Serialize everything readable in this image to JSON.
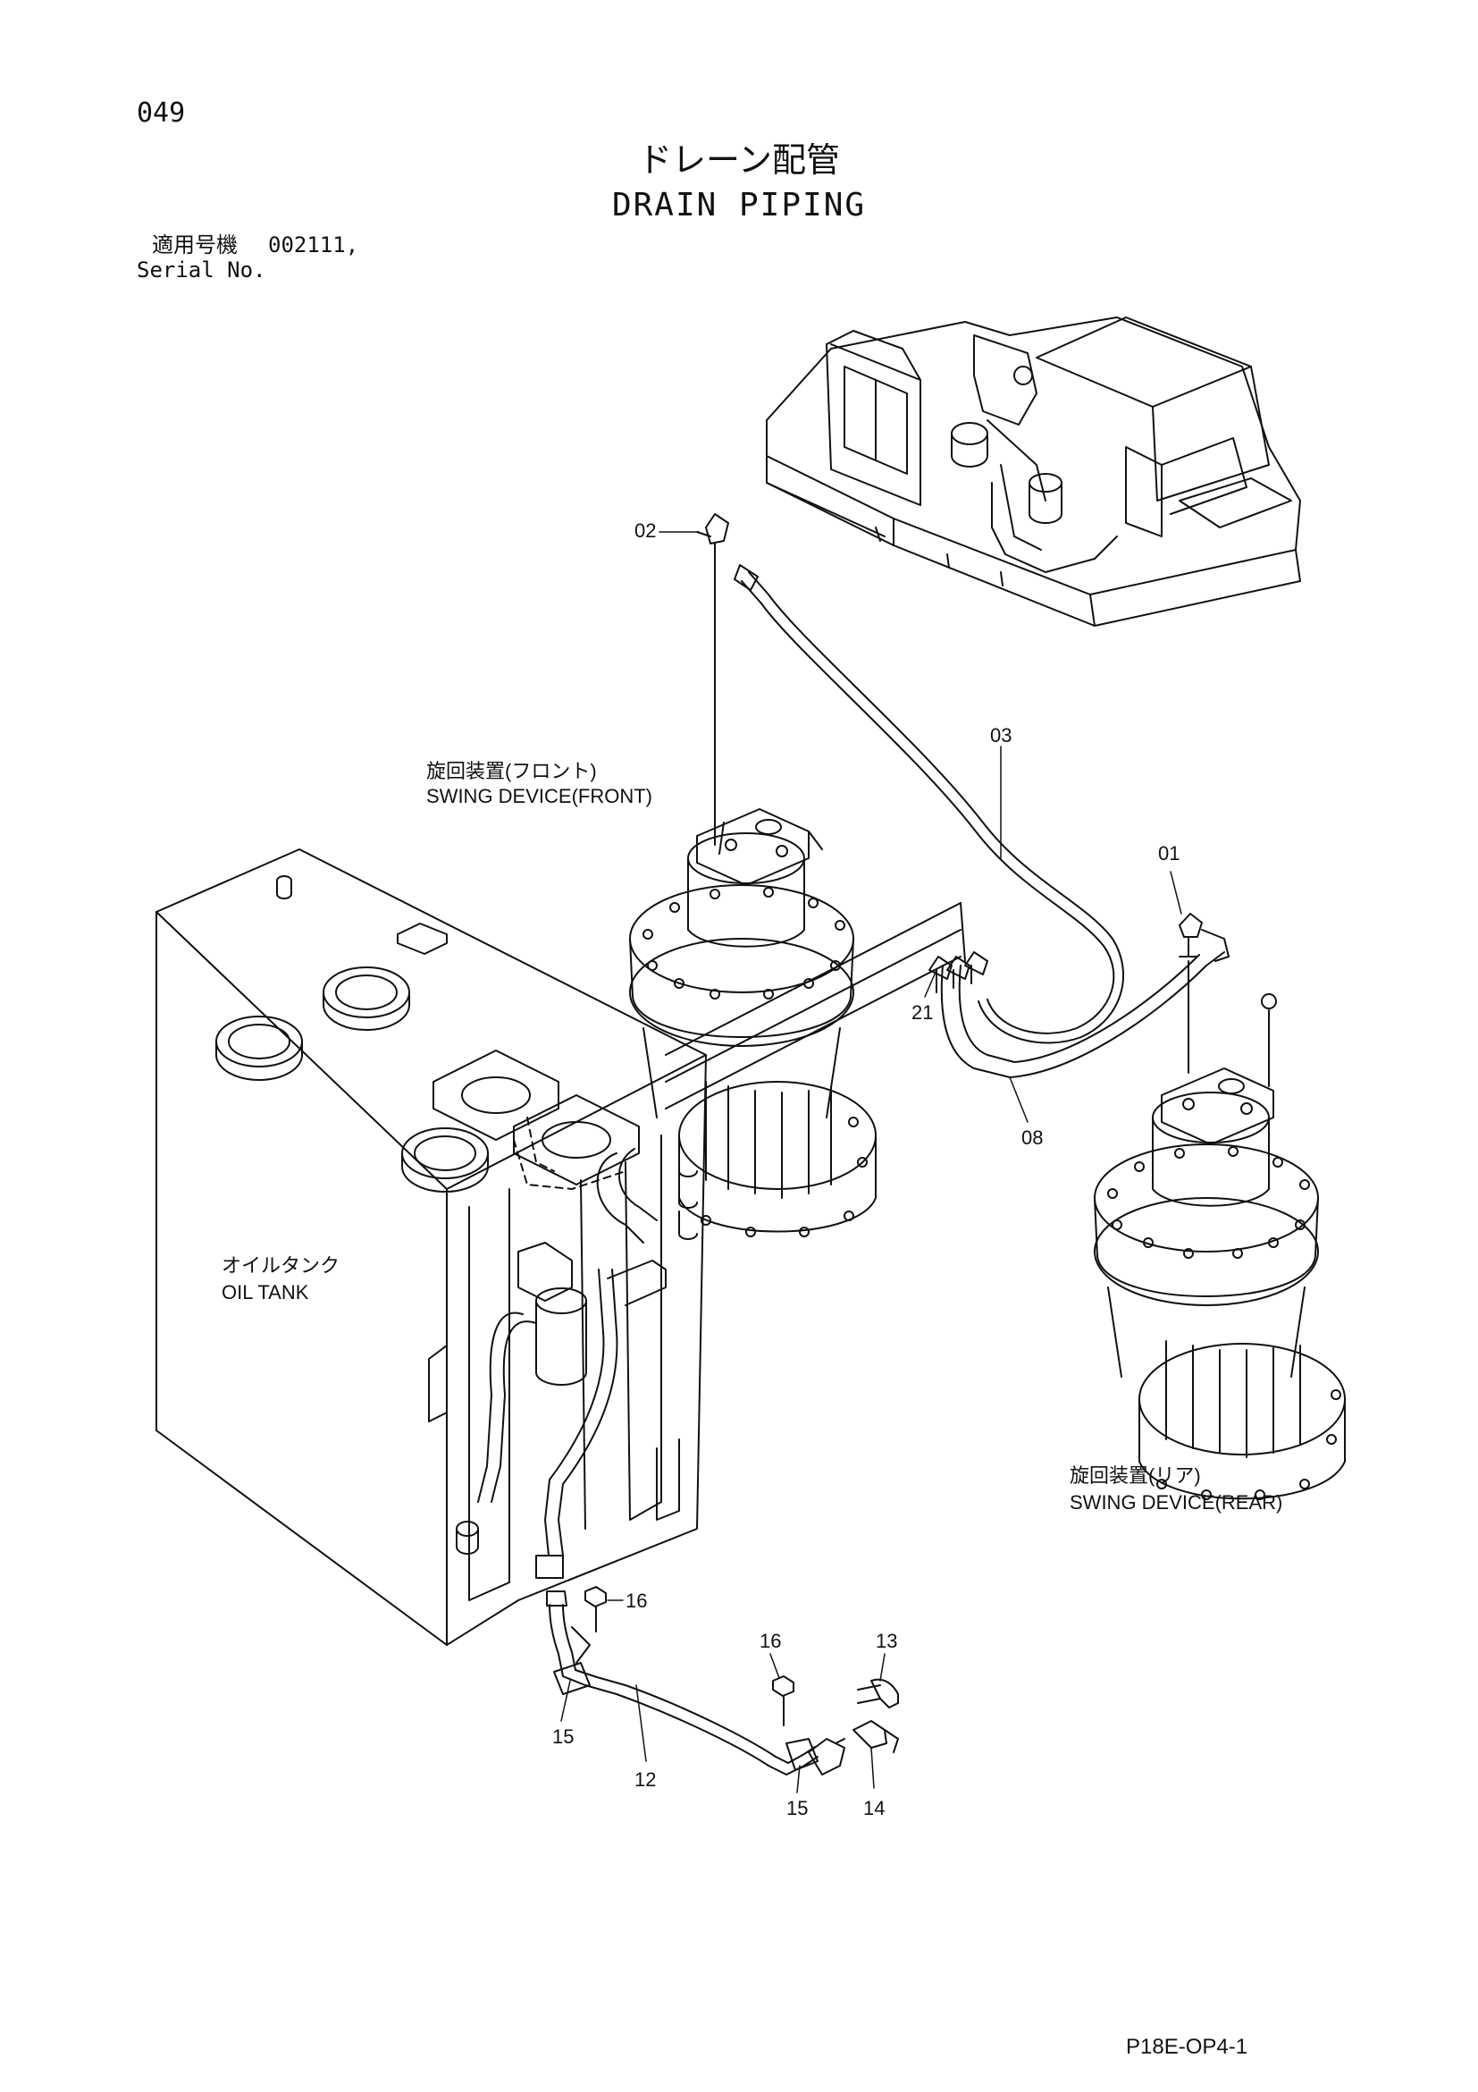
{
  "page_number": "049",
  "title_jp": "ドレーン配管",
  "title_en": "DRAIN PIPING",
  "serial": {
    "label_jp": "適用号機",
    "value": "002111,",
    "label_en": "Serial No."
  },
  "labels": {
    "swing_front_jp": "旋回装置(フロント)",
    "swing_front_en": "SWING DEVICE(FRONT)",
    "oil_tank_jp": "オイルタンク",
    "oil_tank_en": "OIL TANK",
    "swing_rear_jp": "旋回装置(リア)",
    "swing_rear_en": "SWING DEVICE(REAR)"
  },
  "callouts": {
    "p01": "01",
    "p02": "02",
    "p03": "03",
    "p08": "08",
    "p12": "12",
    "p13": "13",
    "p14": "14",
    "p15a": "15",
    "p15b": "15",
    "p16a": "16",
    "p16b": "16",
    "p21": "21"
  },
  "footer_code": "P18E-OP4-1"
}
